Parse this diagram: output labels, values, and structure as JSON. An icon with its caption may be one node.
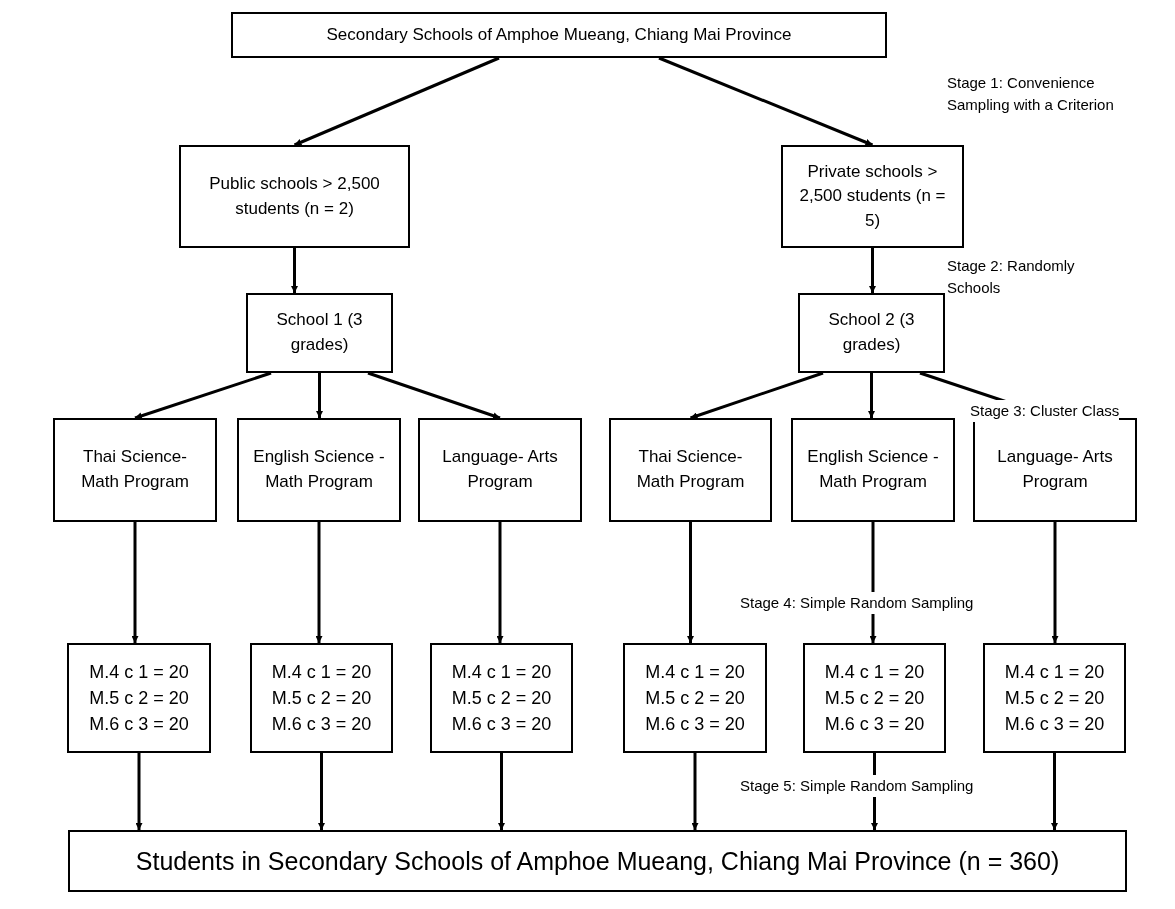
{
  "diagram": {
    "nodes": [
      {
        "text": [
          "Secondary Schools of Amphoe Mueang, Chiang Mai Province"
        ]
      },
      {
        "text": [
          "Public schools > 2,500 students (n = 2)"
        ]
      },
      {
        "text": [
          "Private schools > 2,500 students (n = 5)"
        ]
      },
      {
        "text": [
          "School 1 (3 grades)"
        ]
      },
      {
        "text": [
          "School 2 (3 grades)"
        ]
      },
      {
        "text": [
          "Thai Science- Math Program"
        ]
      },
      {
        "text": [
          "English Science -Math Program"
        ]
      },
      {
        "text": [
          "Language- Arts Program"
        ]
      },
      {
        "text": [
          "Thai Science- Math Program"
        ]
      },
      {
        "text": [
          "English Science -Math Program"
        ]
      },
      {
        "text": [
          "Language- Arts Program"
        ]
      },
      {
        "text": [
          "M.4 c 1 = 20 M.5 c 2 = 20 M.6 c 3 = 20"
        ]
      },
      {
        "text": [
          "M.4 c 1 = 20 M.5 c 2 = 20 M.6 c 3 = 20"
        ]
      },
      {
        "text": [
          "M.4 c 1 = 20 M.5 c 2 = 20 M.6 c 3 = 20"
        ]
      },
      {
        "text": [
          "M.4 c 1 = 20 M.5 c 2 = 20 M.6 c 3 = 20"
        ]
      },
      {
        "text": [
          "M.4 c 1 = 20 M.5 c 2 = 20 M.6 c 3 = 20"
        ]
      },
      {
        "text": [
          "M.4 c 1 = 20 M.5 c 2 = 20 M.6 c 3 = 20"
        ]
      },
      {
        "text": [
          "Students in Secondary Schools of Amphoe Mueang, Chiang Mai Province (n = 360)"
        ]
      }
    ],
    "edges": [
      {
        "from": 0,
        "to": 1,
        "arrow": "to"
      },
      {
        "from": 0,
        "to": 2,
        "arrow": "to"
      },
      {
        "from": 1,
        "to": 3,
        "arrow": "to"
      },
      {
        "from": 2,
        "to": 4,
        "arrow": "to"
      },
      {
        "from": 3,
        "to": 5,
        "arrow": "to"
      },
      {
        "from": 3,
        "to": 6,
        "arrow": "to"
      },
      {
        "from": 3,
        "to": 7,
        "arrow": "to"
      },
      {
        "from": 4,
        "to": 8,
        "arrow": "to"
      },
      {
        "from": 4,
        "to": 9,
        "arrow": "to"
      },
      {
        "from": 4,
        "to": 10,
        "arrow": "to"
      },
      {
        "from": 5,
        "to": 11,
        "arrow": "to"
      },
      {
        "from": 6,
        "to": 12,
        "arrow": "to"
      },
      {
        "from": 7,
        "to": 13,
        "arrow": "to"
      },
      {
        "from": 8,
        "to": 14,
        "arrow": "to"
      },
      {
        "from": 9,
        "to": 15,
        "arrow": "to"
      },
      {
        "from": 10,
        "to": 16,
        "arrow": "to"
      },
      {
        "from": 11,
        "to": 17,
        "arrow": "to"
      },
      {
        "from": 12,
        "to": 17,
        "arrow": "to"
      },
      {
        "from": 13,
        "to": 17,
        "arrow": "to"
      },
      {
        "from": 14,
        "to": 17,
        "arrow": "to"
      },
      {
        "from": 15,
        "to": 17,
        "arrow": "to"
      },
      {
        "from": 16,
        "to": 17,
        "arrow": "to"
      }
    ],
    "labels": [
      "Stage 1: Convenience Sampling with a Criterion",
      "Stage 2: Randomly Schools",
      "Stage 3: Cluster Class",
      "Stage 4: Simple Random Sampling",
      "Stage 5: Simple Random Sampling"
    ]
  }
}
